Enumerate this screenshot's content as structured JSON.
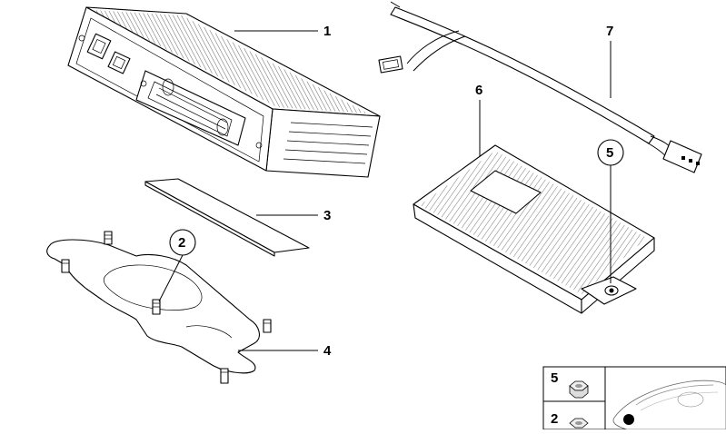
{
  "diagram": {
    "callouts": [
      {
        "id": "1",
        "label": "1"
      },
      {
        "id": "2",
        "label": "2"
      },
      {
        "id": "3",
        "label": "3"
      },
      {
        "id": "4",
        "label": "4"
      },
      {
        "id": "5",
        "label": "5"
      },
      {
        "id": "6",
        "label": "6"
      },
      {
        "id": "7",
        "label": "7"
      }
    ],
    "legend_table": {
      "rows": [
        {
          "number": "5",
          "part": "nut"
        },
        {
          "number": "2",
          "part": "nut"
        }
      ]
    },
    "colors": {
      "line": "#000000",
      "background": "#ffffff",
      "hatch": "#555555"
    }
  }
}
